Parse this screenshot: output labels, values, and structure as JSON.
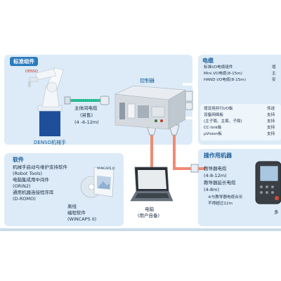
{
  "sections": {
    "standard": {
      "title": "标准组件"
    },
    "cable": {
      "title": "电缆"
    },
    "software": {
      "title": "软件"
    },
    "operation": {
      "title": "操作用机器"
    }
  },
  "nodes": {
    "robot": {
      "label": "DENSO机械手"
    },
    "controller": {
      "label": "控制器"
    },
    "pc": {
      "label_1": "电脑",
      "label_2": "(用户自备)"
    }
  },
  "main_cable": {
    "line_1": "主体间电缆",
    "line_2": "(另售)",
    "line_3": "(4 -6-12m)"
  },
  "cable_list": [
    "标准I/O电缆组件",
    "Mini I/O电缆(8-15m)",
    "HAND I/O电缆(8-15m)"
  ],
  "cable_right": [
    "增",
    "主",
    "安"
  ],
  "expansion_list": [
    "增设用并行I/O板",
    "设备网络板",
    "(主子局、主局、子局)",
    "CC-link板",
    "μVision板"
  ],
  "expansion_right": [
    "传送",
    "支持",
    "支持",
    "支持",
    "支持"
  ],
  "software_list": [
    "机械手启动与维护支持软件",
    "(Robot Tools)",
    "电脑集成用中间件",
    "(ORiN2)",
    "通用机器连接程序库",
    "(D-ROMO)"
  ],
  "offline": {
    "line_1": "离线",
    "line_2": "编程软件",
    "line_3": "(WINCAPS II)"
  },
  "disk_label": "WINCAPS III",
  "operation_list": [
    "教导器电缆",
    "(4-8-12m)",
    "教导器延长电缆",
    "(4-8m)"
  ],
  "operation_note": [
    "※与教导器电缆合长",
    "不得超过12m"
  ],
  "pendant_caption": "多",
  "colors": {
    "panel_bg": "#dcebf7",
    "header_pill": "#2a7bbf",
    "cable_green": "#2ec49a",
    "cable_red": "#f08a72",
    "robot_blue": "#1f4e9a"
  }
}
